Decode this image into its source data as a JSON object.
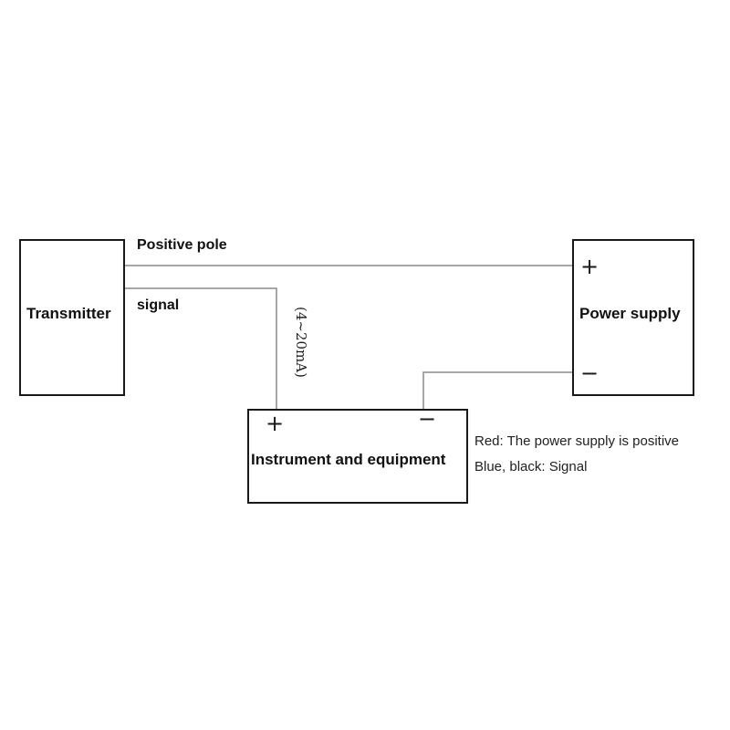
{
  "components": {
    "transmitter": "Transmitter",
    "power_supply": "Power supply",
    "instrument": "Instrument and equipment"
  },
  "wires": {
    "positive_pole": "Positive pole",
    "signal": "signal",
    "current_range": "(4~20mA)"
  },
  "terminals": {
    "power_plus": "+",
    "power_minus": "−",
    "instrument_plus": "+",
    "instrument_minus": "−"
  },
  "legend": {
    "red": "Red: The power supply is positive",
    "blue_black": "Blue, black: Signal"
  },
  "colors": {
    "box_border": "#1a1a1a",
    "wire": "#8a8a8a"
  }
}
